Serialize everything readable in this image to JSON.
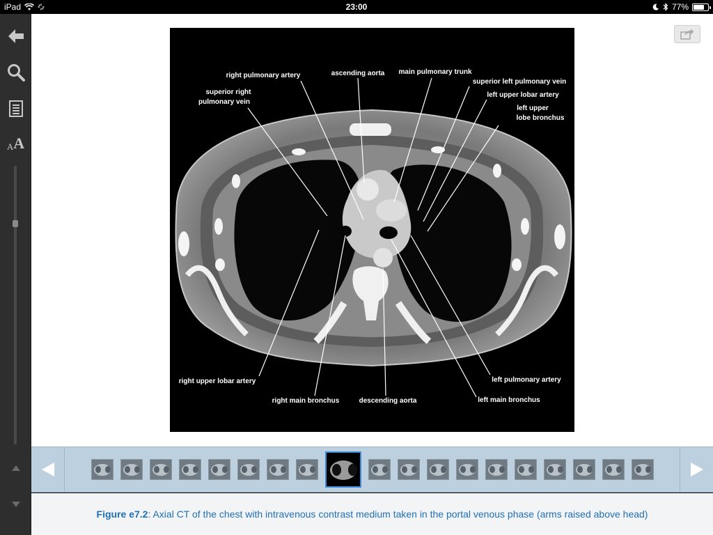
{
  "status_bar": {
    "device": "iPad",
    "time": "23:00",
    "battery": "77%",
    "battery_level": 0.77
  },
  "toolbar": {
    "icons": [
      "back-arrow-icon",
      "search-icon",
      "contents-icon",
      "font-size-icon",
      "page-up-icon",
      "page-down-icon"
    ],
    "font_small": "A",
    "font_large": "A"
  },
  "figure": {
    "labels": {
      "right_pulmonary_artery": "right pulmonary artery",
      "ascending_aorta": "ascending aorta",
      "main_pulmonary_trunk": "main pulmonary trunk",
      "superior_left_pulmonary_vein": "superior left pulmonary vein",
      "left_upper_lobar_artery": "left upper lobar artery",
      "left_upper_lobe_bronchus_1": "left upper",
      "left_upper_lobe_bronchus_2": "lobe bronchus",
      "superior_right_pulmonary_vein_1": "superior right",
      "superior_right_pulmonary_vein_2": "pulmonary vein",
      "right_upper_lobar_artery": "right upper lobar artery",
      "right_main_bronchus": "right main bronchus",
      "descending_aorta": "descending aorta",
      "left_pulmonary_artery": "left pulmonary artery",
      "left_main_bronchus": "left main bronchus"
    }
  },
  "thumbnails": {
    "count": 19,
    "active_index": 8
  },
  "caption": {
    "figure_id": "Figure e7.2",
    "text": ": Axial CT of the chest with intravenous contrast medium taken in the portal venous phase (arms raised above head)"
  },
  "colors": {
    "accent": "#1f6fb5",
    "strip": "#bcd0e0",
    "sidebar": "#2e2e2e"
  }
}
